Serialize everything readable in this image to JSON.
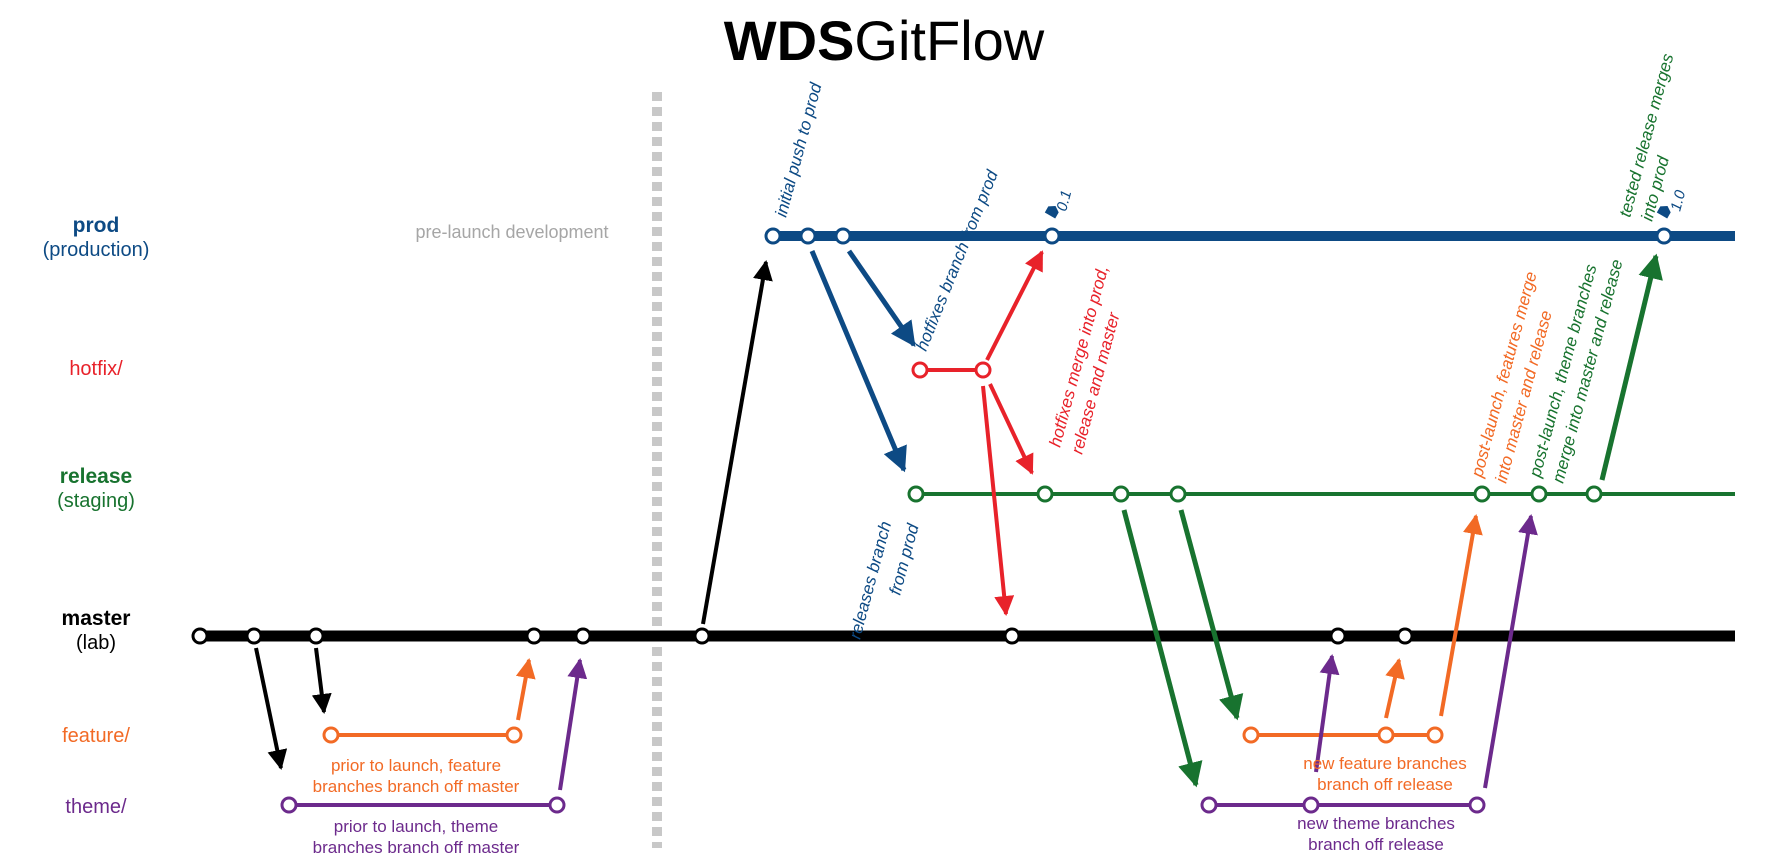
{
  "title": {
    "bold": "WDS",
    "regular": "GitFlow"
  },
  "colors": {
    "prod": "#0d4a84",
    "hotfix": "#e8222a",
    "release": "#18732f",
    "master": "#000000",
    "feature": "#f26a25",
    "theme": "#6c2a8c",
    "divider": "#c8c8c8",
    "prelaunch": "#a6a6a6"
  },
  "lanes": {
    "prod": {
      "name": "prod",
      "sub": "(production)"
    },
    "hotfix": {
      "name": "hotfix/"
    },
    "release": {
      "name": "release",
      "sub": "(staging)"
    },
    "master": {
      "name": "master",
      "sub": "(lab)"
    },
    "feature": {
      "name": "feature/"
    },
    "theme": {
      "name": "theme/"
    }
  },
  "prelaunch_label": "pre-launch development",
  "annotations": {
    "initial_push": "initial push to prod",
    "hotfixes_branch": "hotfixes branch from prod",
    "hotfixes_merge_1": "hotfixes merge into prod,",
    "hotfixes_merge_2": "release and master",
    "releases_branch_1": "releases branch",
    "releases_branch_2": "from prod",
    "postlaunch_features_1": "post-launch, features merge",
    "postlaunch_features_2": "into master and release",
    "postlaunch_theme_1": "post-launch, theme branches",
    "postlaunch_theme_2": "merge into master and release",
    "tested_release_1": "tested release merges",
    "tested_release_2": "into prod"
  },
  "tags": {
    "v01": "0.1",
    "v10": "1.0"
  },
  "captions": {
    "feature_prelaunch_1": "prior to launch, feature",
    "feature_prelaunch_2": "branches branch off master",
    "theme_prelaunch_1": "prior to launch, theme",
    "theme_prelaunch_2": "branches branch off master",
    "feature_new_1": "new feature branches",
    "feature_new_2": "branch off release",
    "theme_new_1": "new theme branches",
    "theme_new_2": "branch off release"
  }
}
